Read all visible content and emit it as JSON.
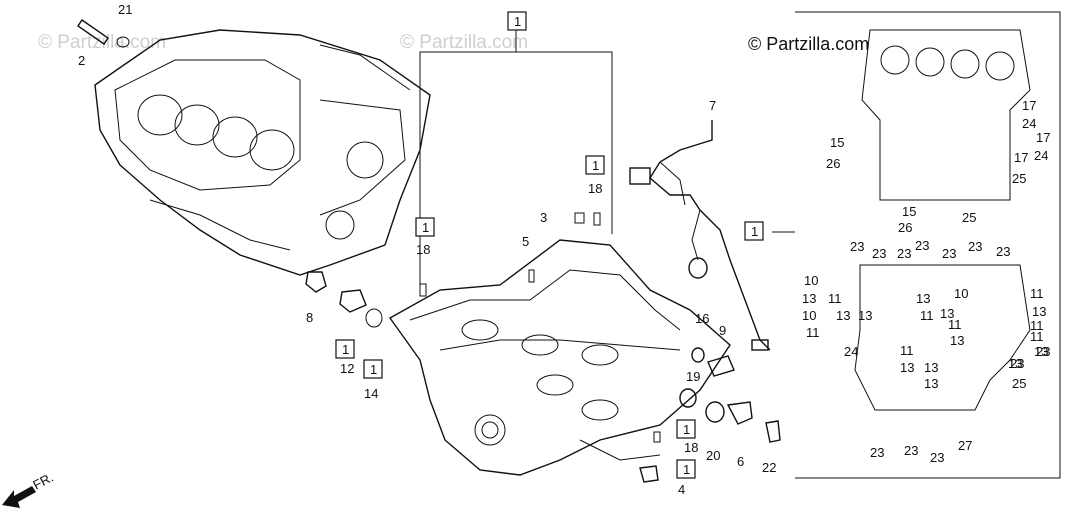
{
  "watermarks": [
    "© Partzilla.com",
    "© Partzilla.com"
  ],
  "copyright": "© Partzilla.com",
  "front_label": "FR.",
  "ref_box_label": "1",
  "part_labels": [
    "21",
    "2",
    "8",
    "12",
    "14",
    "3",
    "18",
    "5",
    "18",
    "7",
    "16",
    "9",
    "19",
    "18",
    "20",
    "6",
    "22",
    "4",
    "17",
    "24",
    "15",
    "17",
    "26",
    "17",
    "24",
    "25",
    "15",
    "26",
    "25",
    "23",
    "23",
    "23",
    "23",
    "23",
    "23",
    "23",
    "10",
    "13",
    "11",
    "10",
    "11",
    "13",
    "10",
    "13",
    "11",
    "11",
    "13",
    "13",
    "13",
    "11",
    "13",
    "11",
    "11",
    "13",
    "13",
    "24",
    "11",
    "13",
    "23",
    "23",
    "25",
    "13",
    "13",
    "23",
    "23",
    "23",
    "27"
  ]
}
